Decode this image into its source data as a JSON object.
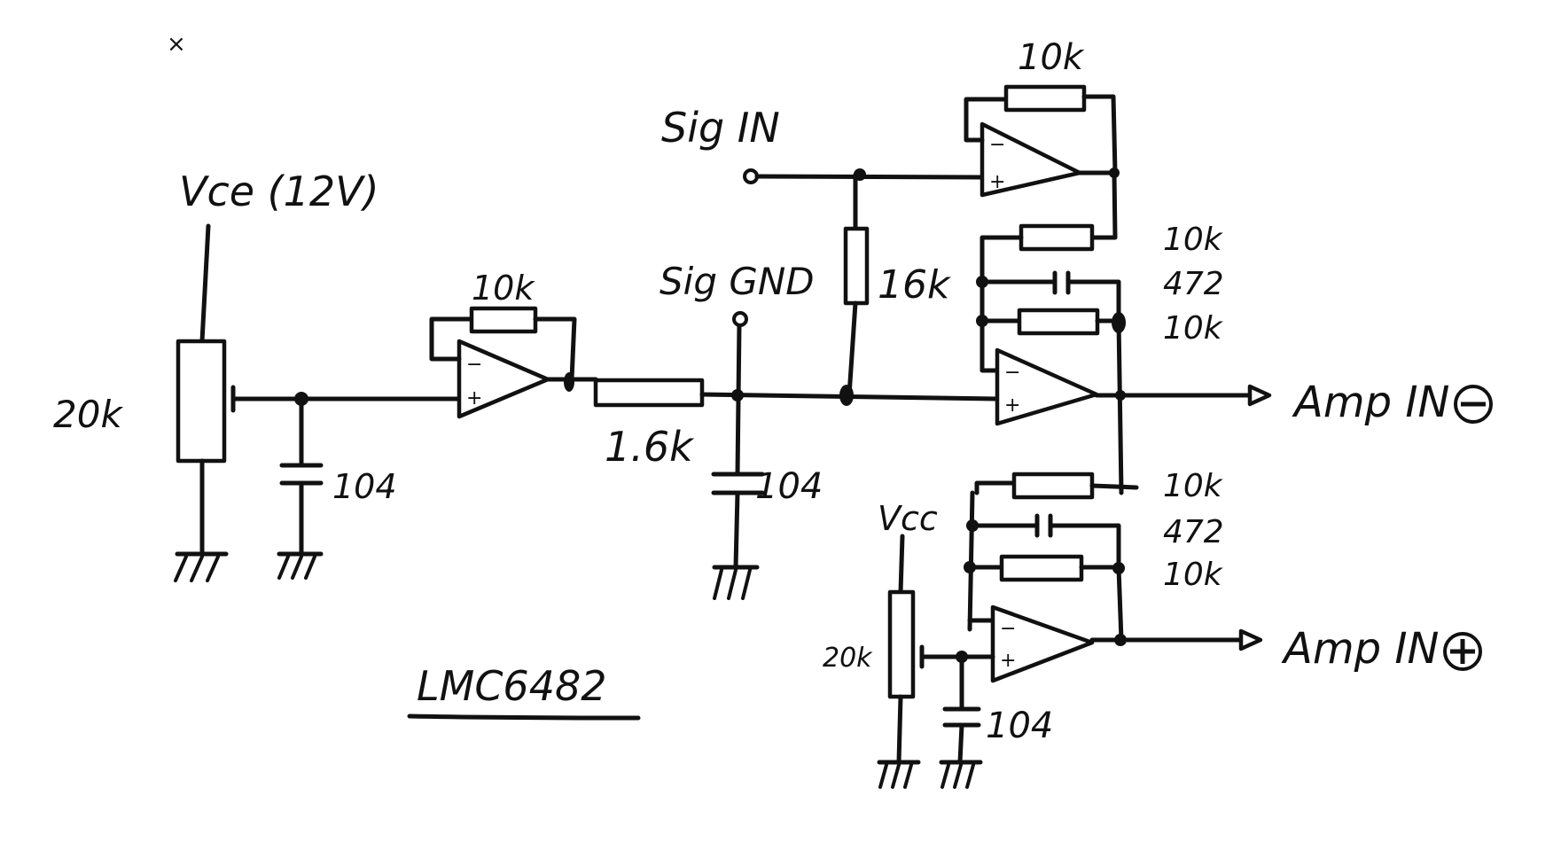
{
  "labels": {
    "vcc_main": "Vce (12V)",
    "pot_main": "20k",
    "cap_filter1": "104",
    "buf_feedback": "10k",
    "res_series": "1.6k",
    "sig_gnd": "Sig GND",
    "cap_filter2": "104",
    "sig_in": "Sig IN",
    "res_bias": "16k",
    "top_feedback": "10k",
    "neg_in_res": "10k",
    "neg_cap": "472",
    "neg_fb_res": "10k",
    "amp_in_neg": "Amp IN",
    "pos_in_res": "10k",
    "pos_cap": "472",
    "pos_fb_res": "10k",
    "vcc_small": "Vcc",
    "pot_small": "20k",
    "cap_filter3": "104",
    "amp_in_pos": "Amp IN",
    "chip": "LMC6482",
    "stray_mark": "×"
  },
  "opamp_signs": {
    "minus": "−",
    "plus": "+"
  }
}
